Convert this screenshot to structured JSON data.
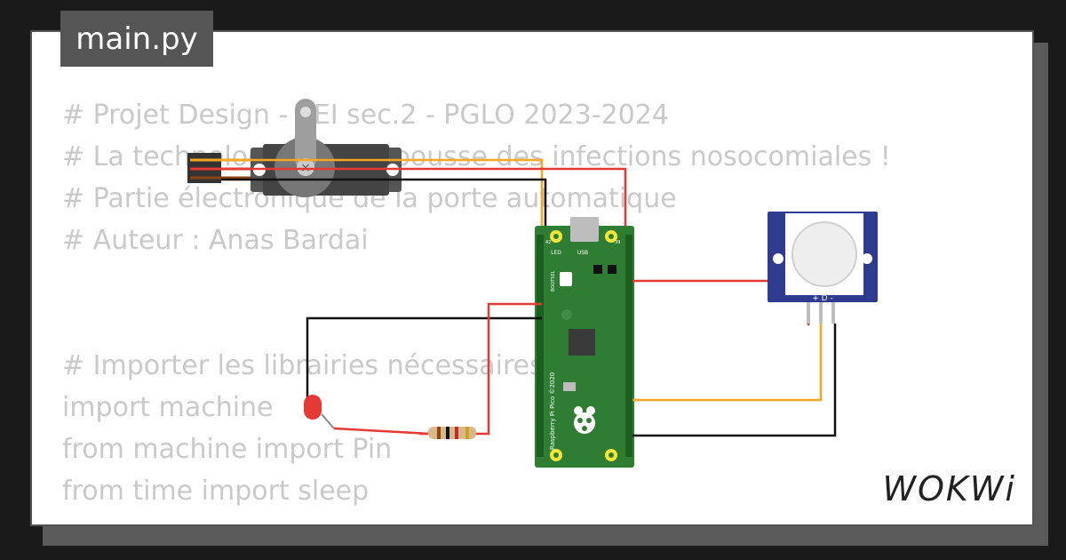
{
  "window": {
    "tab_title": "main.py"
  },
  "code_lines": [
    "# Projet Design - EEI sec.2 - PGLO 2023-2024",
    "# La technologie pour repousse des infections nosocomiales !",
    "# Partie électronique de la porte automatique",
    "# Auteur : Anas Bardai",
    "",
    "",
    "# Importer les librairies nécessaires",
    "import machine",
    "from machine import Pin",
    "from time import sleep"
  ],
  "board": {
    "name": "Raspberry Pi Pico ©2020",
    "labels": {
      "led": "LED",
      "usb": "USB",
      "bootsel": "BOOTSEL",
      "pin_left": "42",
      "pin_right": "39"
    }
  },
  "pir": {
    "pin_labels": "+ D -"
  },
  "brand": {
    "logo": "WOKWi"
  },
  "colors": {
    "wire_red": "#e53935",
    "wire_orange": "#f5a623",
    "wire_black": "#111111",
    "board_green": "#2e7d32",
    "code_gray": "#c9c9c9",
    "tab_bg": "#555555"
  }
}
